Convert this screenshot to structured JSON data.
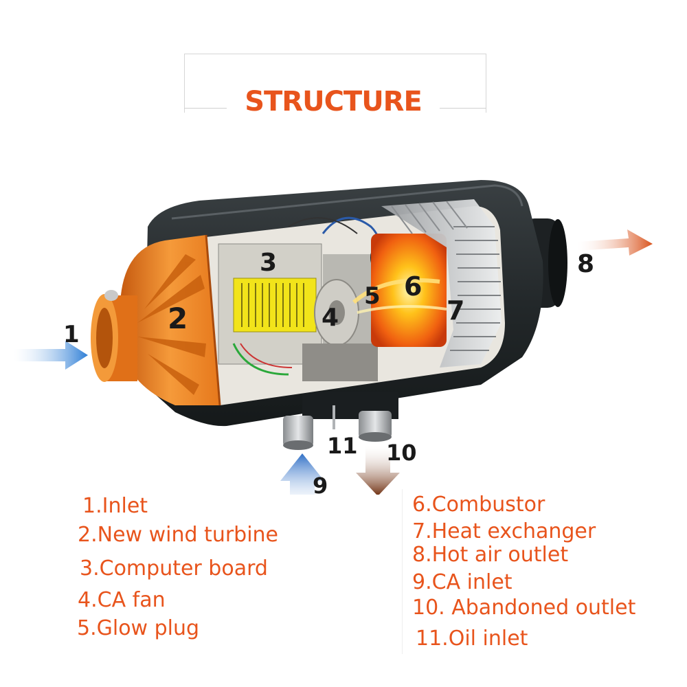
{
  "title": "STRUCTURE",
  "colors": {
    "title": "#e8541c",
    "legend_text": "#e8541c",
    "housing": "#2b2f31",
    "turbine": "#f07d1e",
    "inlet_arrow": "#4a90d9",
    "outlet_arrow": "#e0602a",
    "exhaust_arrow": "#7a3a14",
    "heat": "#ffb000"
  },
  "callouts": {
    "n1": "1",
    "n2": "2",
    "n3": "3",
    "n4": "4",
    "n5": "5",
    "n6": "6",
    "n7": "7",
    "n8": "8",
    "n9": "9",
    "n10": "10",
    "n11": "11"
  },
  "legend": {
    "left": [
      "1.Inlet",
      "2.New wind turbine",
      "3.Computer board",
      "4.CA fan",
      "5.Glow plug"
    ],
    "right": [
      "6.Combustor",
      "7.Heat exchanger",
      "8.Hot air outlet",
      "9.CA inlet",
      "10. Abandoned outlet",
      "11.Oil inlet"
    ]
  }
}
